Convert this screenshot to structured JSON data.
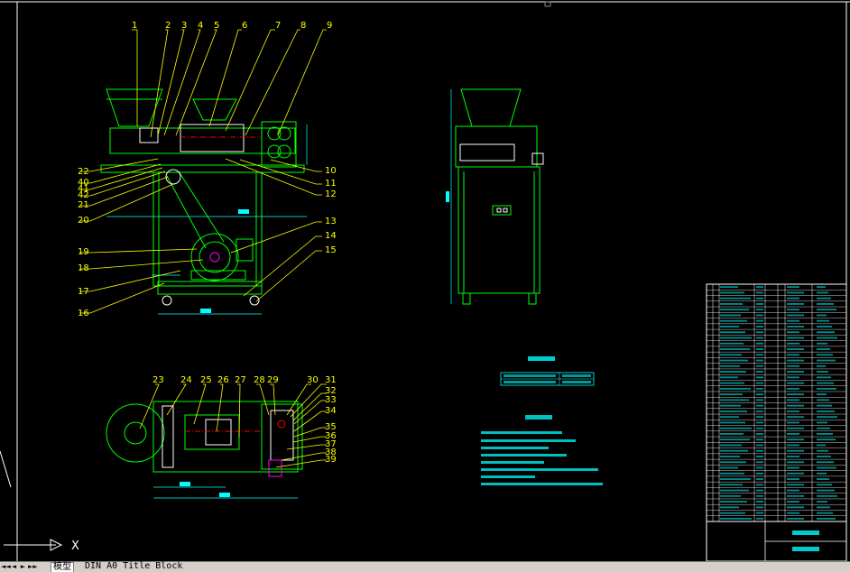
{
  "tabs": [
    {
      "label": "模型",
      "active": true
    },
    {
      "label": "DIN A0 Title Block",
      "active": false
    }
  ],
  "tab_nav": [
    "◄◄",
    "◄",
    "►",
    "►►"
  ],
  "ucs_icon": {
    "x_label": "X"
  },
  "balloons": {
    "front_view_top": [
      "1",
      "2",
      "3",
      "4",
      "5",
      "6",
      "7",
      "8",
      "9"
    ],
    "front_view_right": [
      "10",
      "11",
      "12",
      "13",
      "14",
      "15"
    ],
    "front_view_left": [
      "22",
      "40",
      "41",
      "42",
      "21",
      "20",
      "19",
      "18",
      "17",
      "16"
    ],
    "top_view": [
      "23",
      "24",
      "25",
      "26",
      "27",
      "28",
      "29",
      "30",
      "31",
      "32",
      "33",
      "34",
      "35",
      "36",
      "37",
      "38",
      "39"
    ]
  },
  "colors": {
    "background": "#000000",
    "outline": "#00ff00",
    "leader": "#ffff00",
    "dimension": "#00ffff",
    "center": "#ff0000",
    "part": "#ffffff",
    "accent": "#ff00ff"
  }
}
